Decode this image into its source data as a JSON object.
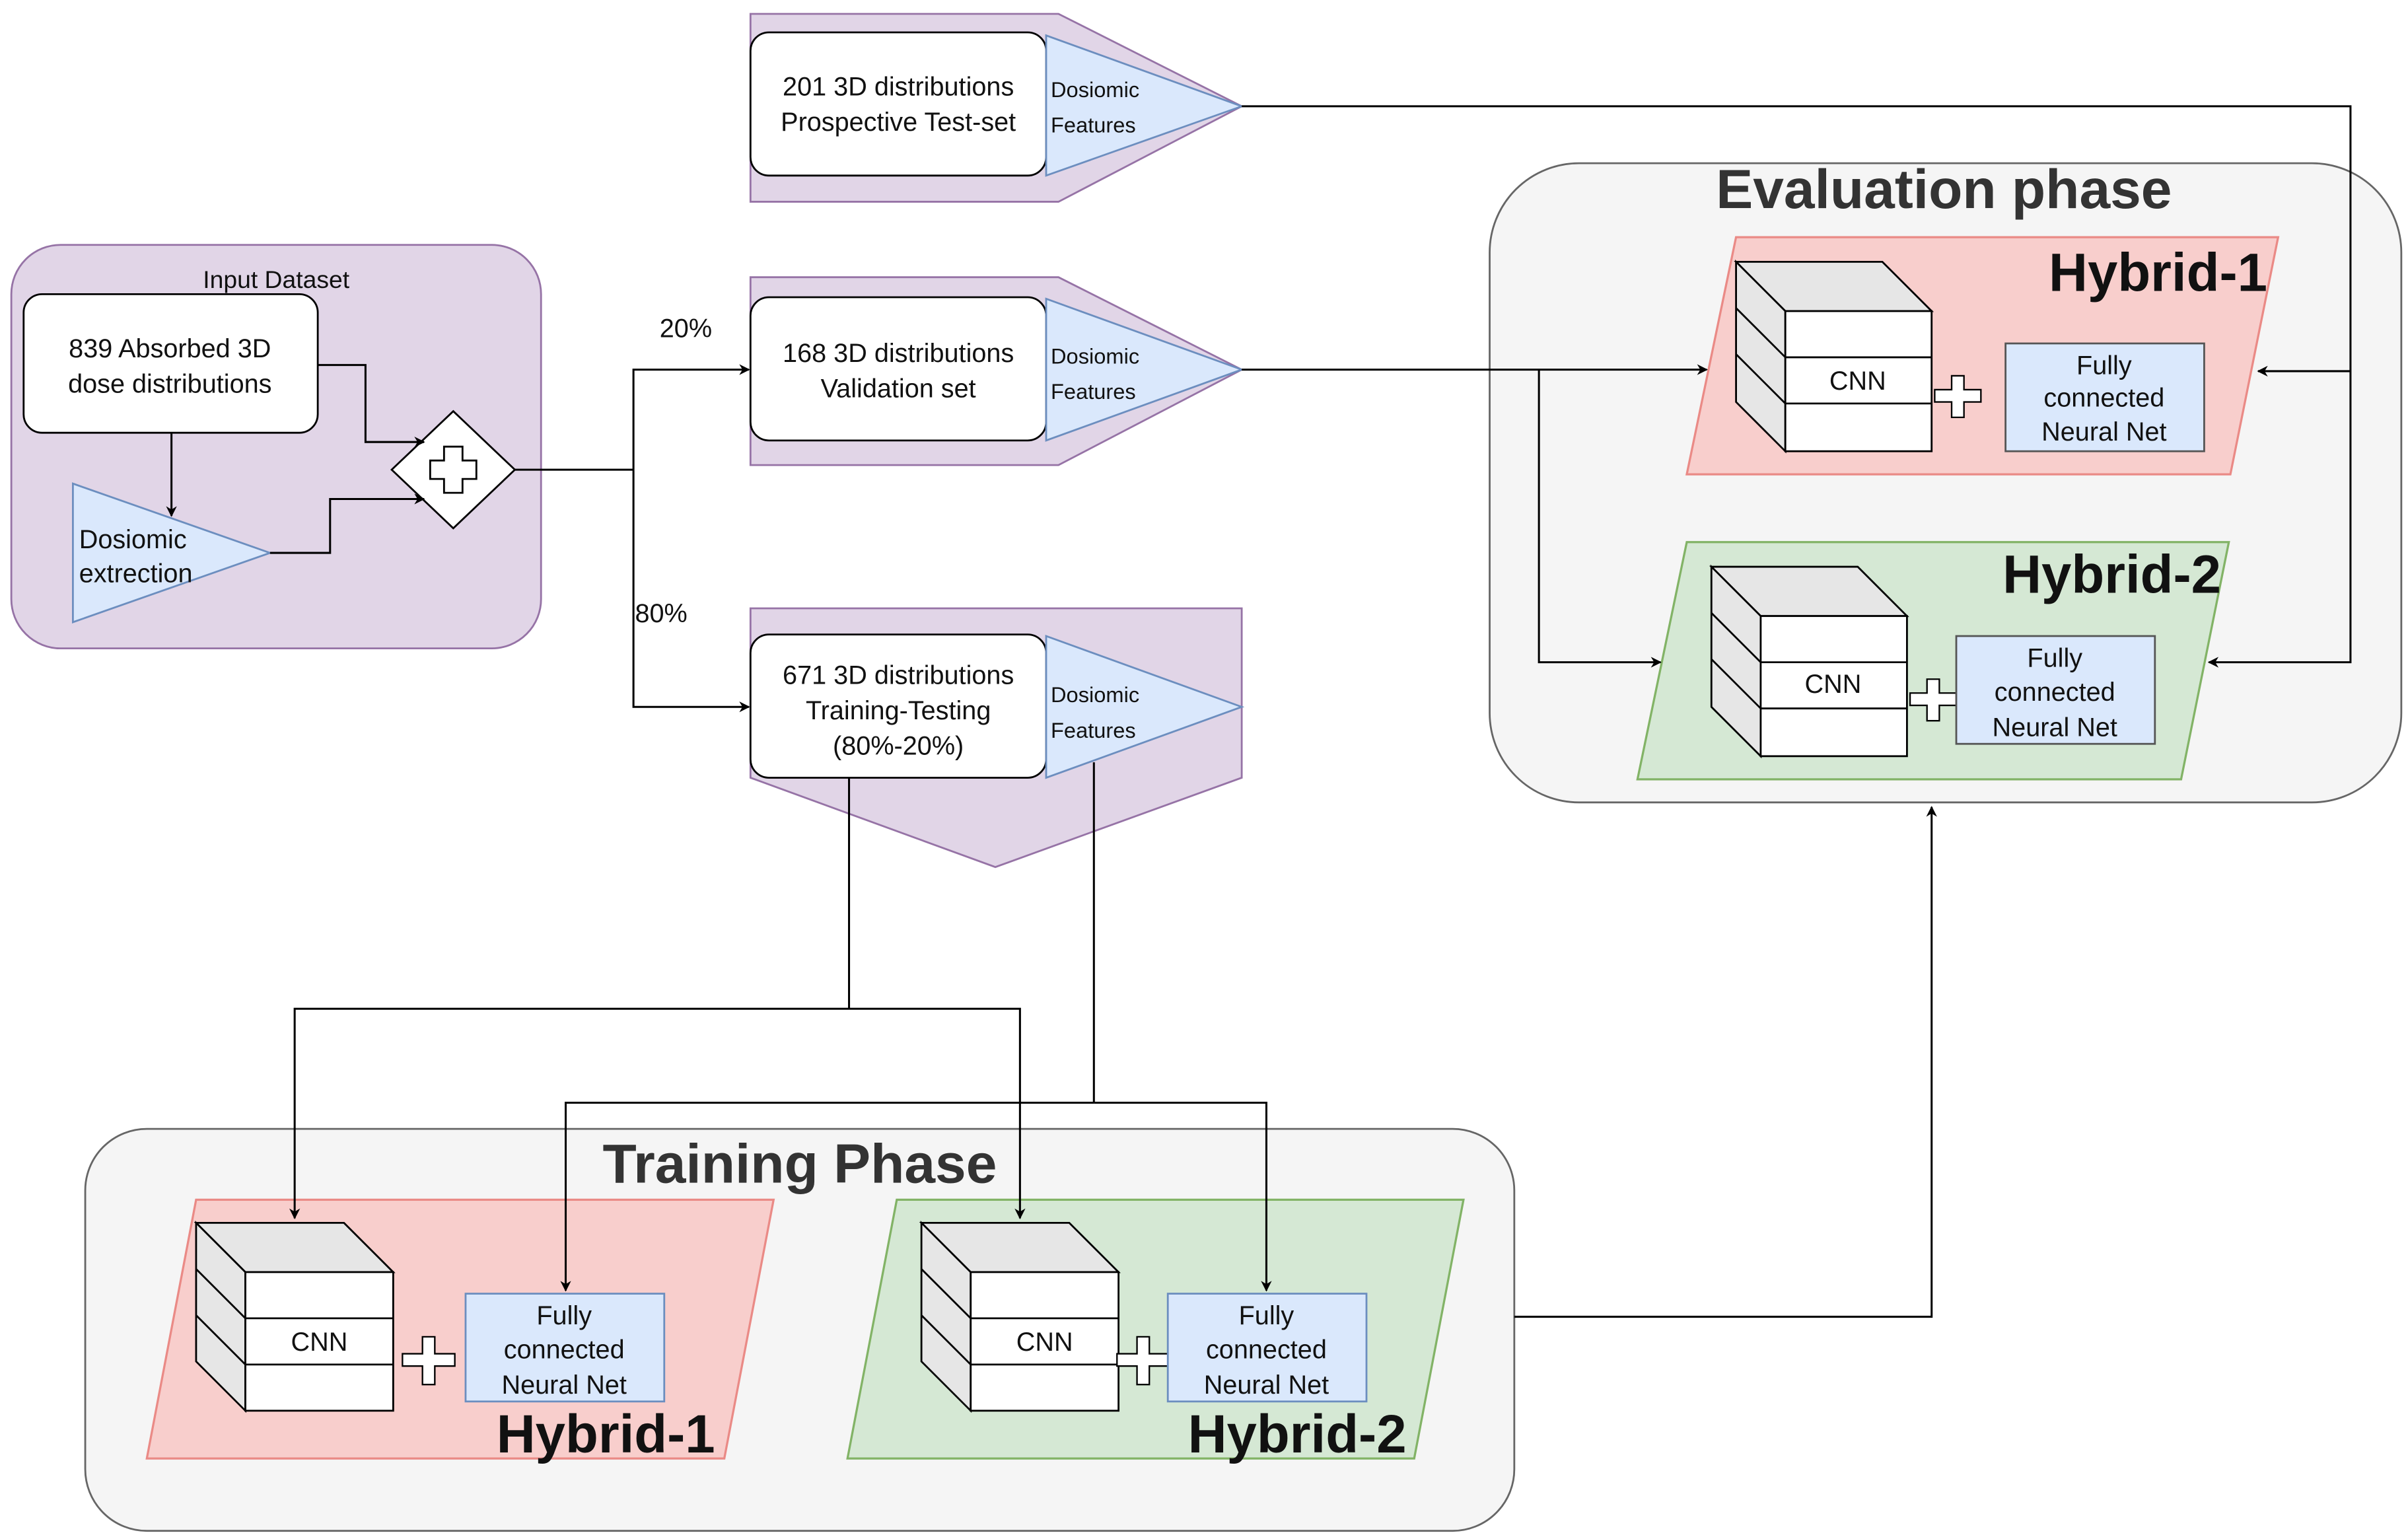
{
  "input_dataset": {
    "title": "Input Dataset",
    "dose_line1": "839 Absorbed 3D",
    "dose_line2": "dose distributions",
    "dosiomic_line1": "Dosiomic",
    "dosiomic_line2": "extrection"
  },
  "splits": {
    "validation_pct": "20%",
    "training_pct": "80%"
  },
  "test_set": {
    "line1": "201 3D distributions",
    "line2": "Prospective Test-set",
    "feat_line1": "Dosiomic",
    "feat_line2": "Features"
  },
  "validation_set": {
    "line1": "168 3D distributions",
    "line2": "Validation set",
    "feat_line1": "Dosiomic",
    "feat_line2": "Features"
  },
  "training_set": {
    "line1": "671 3D distributions",
    "line2": "Training-Testing",
    "line3": "(80%-20%)",
    "feat_line1": "Dosiomic",
    "feat_line2": "Features"
  },
  "evaluation_phase": {
    "title": "Evaluation phase",
    "hybrid1": {
      "label": "Hybrid-1",
      "cnn": "CNN",
      "fc_line1": "Fully",
      "fc_line2": "connected",
      "fc_line3": "Neural Net"
    },
    "hybrid2": {
      "label": "Hybrid-2",
      "cnn": "CNN",
      "fc_line1": "Fully",
      "fc_line2": "connected",
      "fc_line3": "Neural Net"
    }
  },
  "training_phase": {
    "title": "Training Phase",
    "hybrid1": {
      "label": "Hybrid-1",
      "cnn": "CNN",
      "fc_line1": "Fully",
      "fc_line2": "connected",
      "fc_line3": "Neural Net"
    },
    "hybrid2": {
      "label": "Hybrid-2",
      "cnn": "CNN",
      "fc_line1": "Fully",
      "fc_line2": "connected",
      "fc_line3": "Neural Net"
    }
  },
  "colors": {
    "purple_fill": "#e1d5e7",
    "purple_stroke": "#9673a6",
    "blue_fill": "#dae8fc",
    "blue_stroke": "#6c8ebf",
    "red_fill": "#f8cecc",
    "red_stroke": "#ea8a86",
    "green_fill": "#d5e8d4",
    "green_stroke": "#82b366",
    "phase_fill": "#f5f5f5",
    "phase_stroke": "#666666",
    "phase_title": "#333333"
  }
}
